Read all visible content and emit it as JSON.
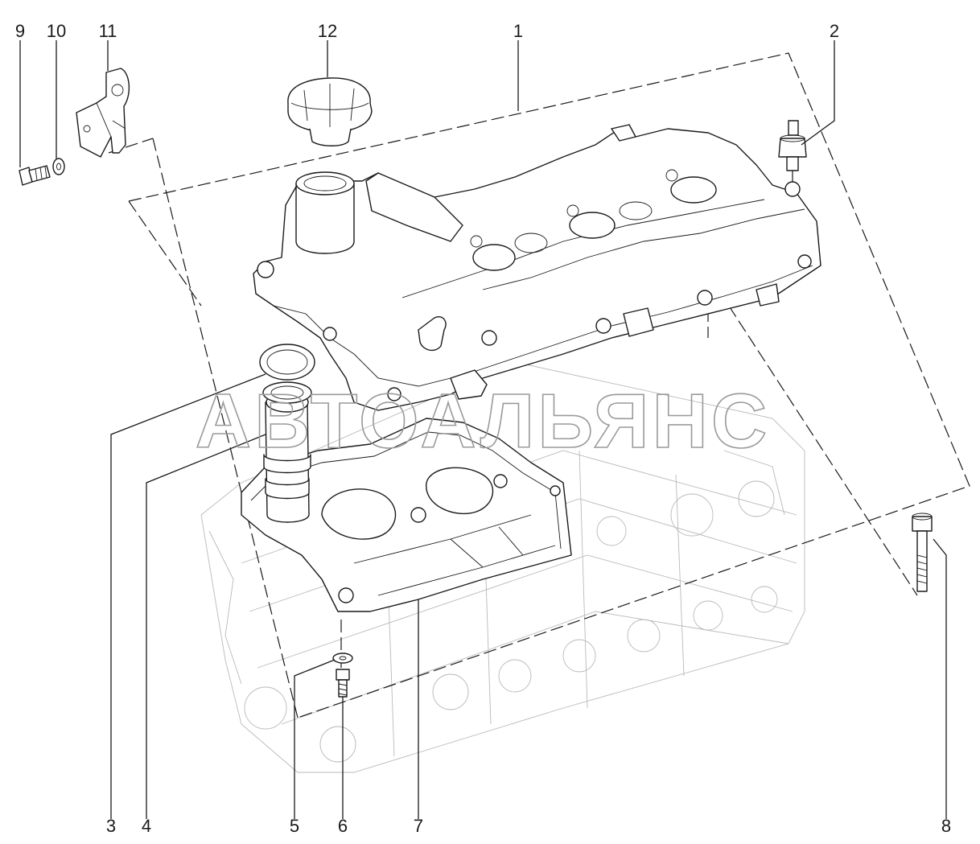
{
  "watermark": "АВТОАЛЬЯНС",
  "callouts": [
    "1",
    "2",
    "3",
    "4",
    "5",
    "6",
    "7",
    "8",
    "9",
    "10",
    "11",
    "12"
  ],
  "icons": [
    "valve-cover",
    "stud-bolt",
    "o-ring",
    "oil-filler-tube",
    "washer",
    "bolt",
    "oil-baffle-plate",
    "long-bolt",
    "flange-bolt",
    "bracket",
    "oil-filler-cap"
  ],
  "colors": {
    "line": "#1a1a1a",
    "background_part": "#b9b9b9",
    "watermark": "#9a9a9a",
    "page": "#ffffff"
  }
}
